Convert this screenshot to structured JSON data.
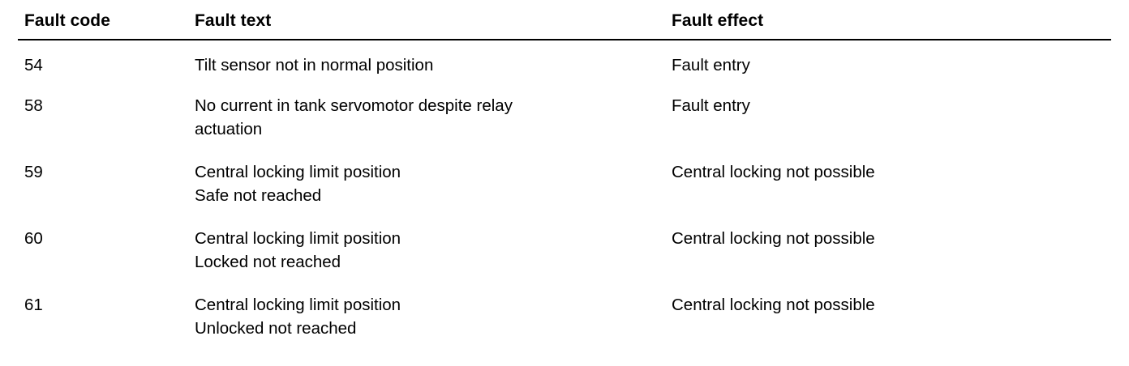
{
  "document": {
    "type": "fault-code-table",
    "background_color": "#ffffff",
    "text_color": "#000000",
    "rule_color": "#000000"
  },
  "table": {
    "headers": {
      "code": "Fault code",
      "text": "Fault text",
      "effect": "Fault effect"
    },
    "rows": [
      {
        "code": "54",
        "text": "Tilt sensor not in normal position",
        "effect": "Fault entry"
      },
      {
        "code": "58",
        "text": "No current in tank servomotor despite relay\nactuation",
        "effect": "Fault entry"
      },
      {
        "code": "59",
        "text": "Central locking limit position\nSafe not reached",
        "effect": "Central locking not possible"
      },
      {
        "code": "60",
        "text": "Central locking limit position\nLocked not reached",
        "effect": "Central locking not possible"
      },
      {
        "code": "61",
        "text": "Central locking limit position\nUnlocked not reached",
        "effect": "Central locking not possible"
      }
    ]
  }
}
